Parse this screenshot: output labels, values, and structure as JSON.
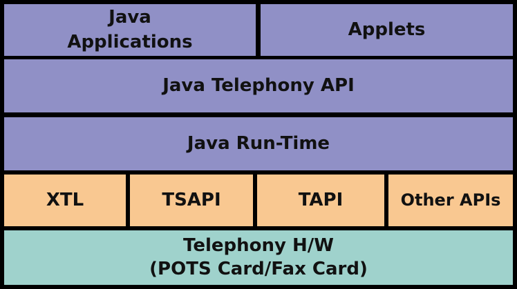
{
  "stack": {
    "java_applications": {
      "line1": "Java",
      "line2": "Applications"
    },
    "applets": "Applets",
    "java_telephony_api": "Java Telephony API",
    "java_runtime": "Java Run-Time",
    "apis": {
      "xtl": "XTL",
      "tsapi": "TSAPI",
      "tapi": "TAPI",
      "other": "Other APIs"
    },
    "hardware": {
      "line1": "Telephony H/W",
      "line2": "(POTS Card/Fax Card)"
    }
  },
  "colors": {
    "java_layers": "#9090c6",
    "api_layer": "#f9c891",
    "hardware_layer": "#9fd2cc",
    "separator": "#000000"
  }
}
